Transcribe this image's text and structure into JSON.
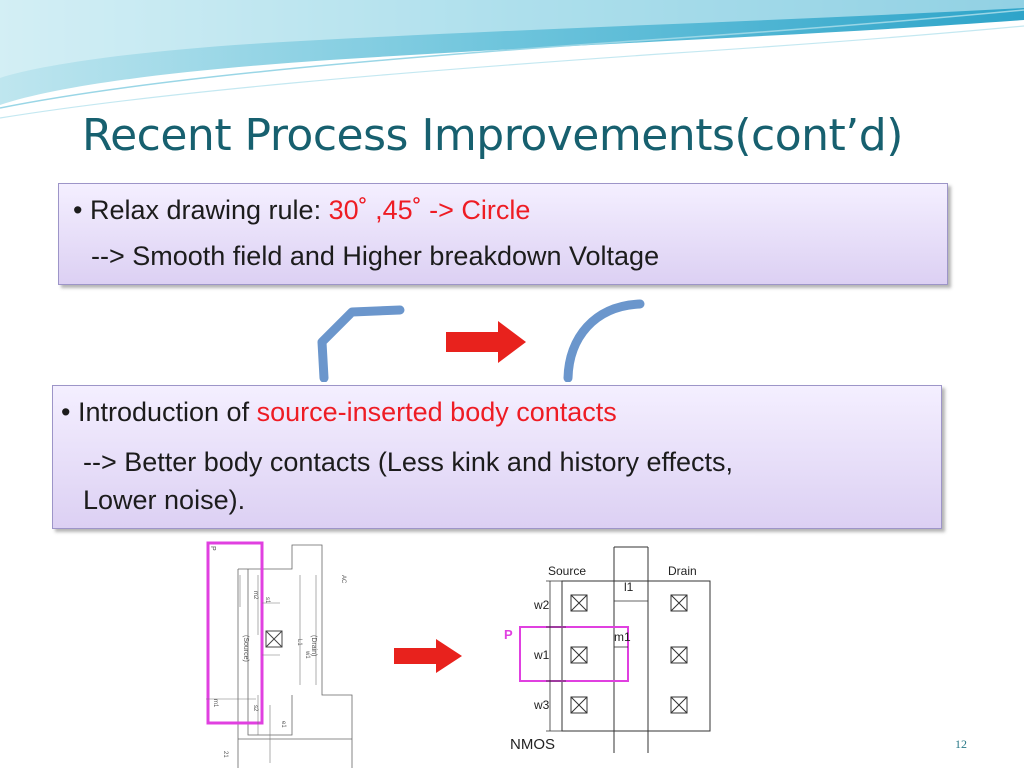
{
  "slide": {
    "title": "Recent Process Improvements(cont’d)",
    "page_number": "12"
  },
  "box1": {
    "bullet": "•",
    "lead": "Relax drawing rule: ",
    "highlight": "30˚  ,45˚   -> Circle",
    "sub": "--> Smooth field and Higher breakdown Voltage"
  },
  "box2": {
    "bullet": "•",
    "lead": "Introduction of ",
    "highlight": "source-inserted body contacts",
    "sub1": "--> Better body contacts (Less kink and history effects,",
    "sub2": "Lower noise)."
  },
  "left_layout": {
    "p_label": "P",
    "source_label": "(Source)",
    "drain_label": "(Drain)",
    "dim_labels": [
      "m2",
      "s1",
      "L1",
      "w1",
      "m1",
      "s2",
      "e1",
      "AC",
      "21"
    ]
  },
  "right_layout": {
    "source": "Source",
    "drain": "Drain",
    "l1": "l1",
    "m1": "m1",
    "p": "P",
    "w2": "w2",
    "w1": "w1",
    "w3": "w3",
    "nmos": "NMOS"
  },
  "colors": {
    "title": "#17606f",
    "highlight": "#ee1c24",
    "arrow": "#e8221d",
    "curve": "#6b96cc",
    "p_box": "#e040e0"
  }
}
